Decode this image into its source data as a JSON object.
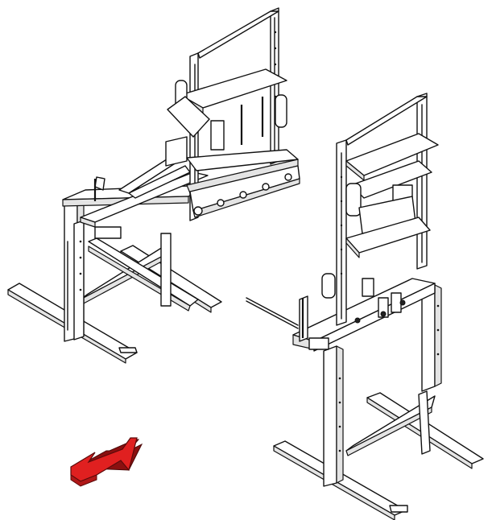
{
  "figure": {
    "subject": "two-frame-stand-assembly-line-drawing",
    "left_assembly": {
      "icon": "press-frame-stand-left"
    },
    "right_assembly": {
      "icon": "press-frame-stand-right"
    },
    "indicator": {
      "icon": "arrow-up-right-icon",
      "color": "#e02020",
      "shadow_color": "#8a1010"
    }
  }
}
